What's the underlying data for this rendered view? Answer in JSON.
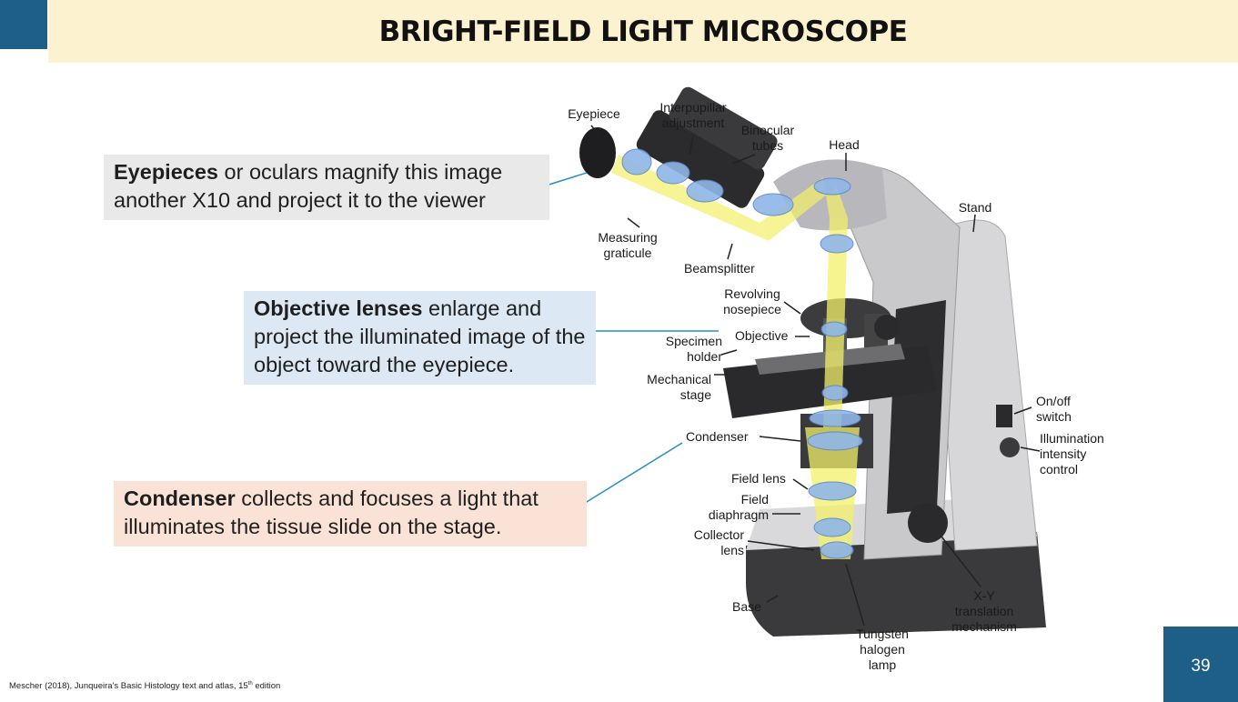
{
  "title": "BRIGHT-FIELD LIGHT MICROSCOPE",
  "callouts": {
    "eyepiece": {
      "bold": "Eyepieces",
      "text": " or oculars magnify this image another X10 and project it to the viewer"
    },
    "objective": {
      "bold": "Objective lenses",
      "text": " enlarge and project the illuminated image of the object toward the eyepiece."
    },
    "condenser": {
      "bold": "Condenser",
      "text": " collects and focuses a light that illuminates the tissue slide on the stage."
    }
  },
  "labels": {
    "eyepiece": "Eyepiece",
    "interpupillary": "Interpupillar adjustment",
    "binocular": "Binocular tubes",
    "head": "Head",
    "stand": "Stand",
    "measuring": "Measuring graticule",
    "beamsplitter": "Beamsplitter",
    "revolving": "Revolving nosepiece",
    "objective": "Objective",
    "specimen": "Specimen holder",
    "mechanical": "Mechanical stage",
    "onoff": "On/off switch",
    "illumination": "Illumination intensity control",
    "condenser": "Condenser",
    "fieldlens": "Field lens",
    "fielddiaphragm": "Field diaphragm",
    "collector": "Collector lens",
    "base": "Base",
    "xy": "X-Y translation mechanism",
    "tungsten": "Tungsten halogen lamp"
  },
  "page_number": "39",
  "citation": {
    "main": "Mescher (2018), Junqueira's Basic Histology text and atlas, 15",
    "sup": "th",
    "tail": " edition"
  },
  "colors": {
    "accent_blue": "#1d5f86",
    "title_bg": "#fdf2d0",
    "eyepiece_box": "#e9e9e9",
    "objective_box": "#dde8f5",
    "condenser_box": "#fbe2d6",
    "light_path": "#f3f06a",
    "lens": "#8fb6e8"
  }
}
